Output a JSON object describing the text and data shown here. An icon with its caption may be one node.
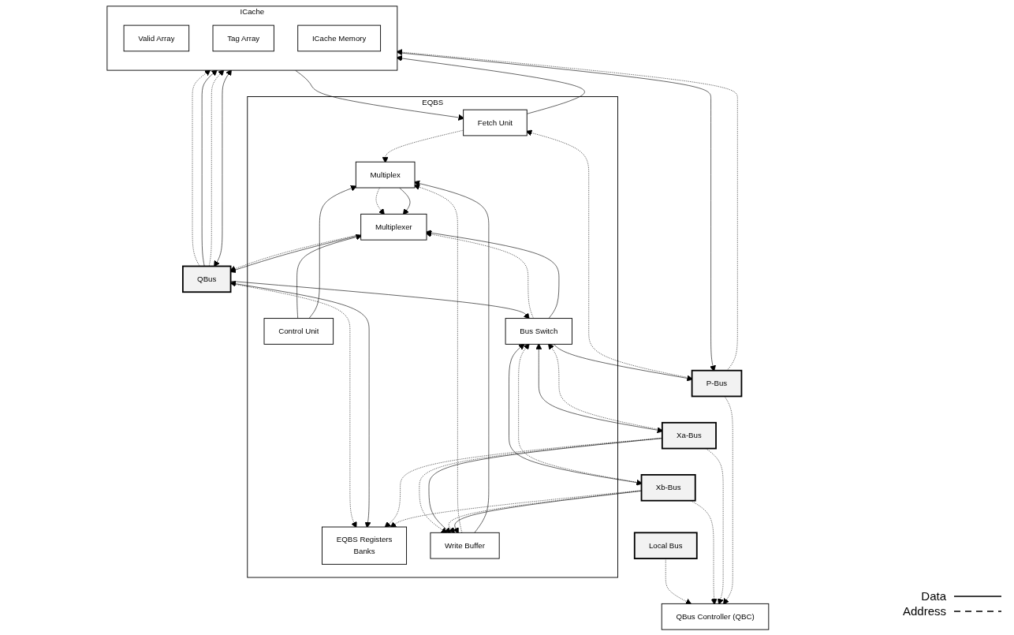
{
  "diagram": {
    "nodes": [
      {
        "text": [
          "QBus"
        ]
      },
      {
        "text": [
          "EQBS"
        ]
      },
      {
        "text": [
          "EQBS Registers",
          "Banks"
        ],
        "in": 1
      },
      {
        "text": [
          "Multiplexer"
        ],
        "in": 1
      },
      {
        "text": [
          "Control Unit"
        ],
        "in": 1
      },
      {
        "text": [
          "Multiplex"
        ],
        "in": 1
      },
      {
        "text": [
          "Bus Switch"
        ],
        "in": 1
      },
      {
        "text": [
          "Write Buffer"
        ],
        "in": 1
      },
      {
        "text": [
          "Fetch Unit"
        ],
        "in": 1
      },
      {
        "text": [
          "QBus Controller (QBC)"
        ]
      },
      {
        "text": [
          "ICache"
        ]
      },
      {
        "text": [
          "Valid Array"
        ],
        "in": 10
      },
      {
        "text": [
          "Tag Array"
        ],
        "in": 10
      },
      {
        "text": [
          "ICache Memory"
        ],
        "in": 10
      },
      {
        "text": [
          "P-Bus"
        ]
      },
      {
        "text": [
          "Xa-Bus"
        ]
      },
      {
        "text": [
          "Xb-Bus"
        ]
      },
      {
        "text": [
          "Local Bus"
        ]
      }
    ],
    "edges": [
      {
        "from": 0,
        "to": 2,
        "arrow": "to",
        "style": "dashed"
      },
      {
        "from": 0,
        "to": 2,
        "arrow": "both"
      },
      {
        "from": 0,
        "to": 6,
        "arrow": "to"
      },
      {
        "from": 3,
        "to": 0,
        "arrow": "to",
        "style": "dashed"
      },
      {
        "from": 3,
        "to": 0,
        "arrow": "to"
      },
      {
        "from": 0,
        "to": 10,
        "arrow": "to",
        "style": "dashed"
      },
      {
        "from": 0,
        "to": 10,
        "arrow": "to"
      },
      {
        "from": 0,
        "to": 10,
        "arrow": "to",
        "style": "dashed"
      },
      {
        "from": 0,
        "to": 10,
        "arrow": "both"
      },
      {
        "from": 4,
        "to": 3,
        "arrow": "to"
      },
      {
        "from": 4,
        "to": 5,
        "arrow": "to"
      },
      {
        "from": 6,
        "to": 3,
        "arrow": "to",
        "style": "dashed"
      },
      {
        "from": 6,
        "to": 3,
        "arrow": "to"
      },
      {
        "from": 5,
        "to": 3,
        "arrow": "to",
        "style": "dashed"
      },
      {
        "from": 5,
        "to": 3,
        "arrow": "to"
      },
      {
        "from": 7,
        "to": 5,
        "arrow": "to",
        "style": "dashed"
      },
      {
        "from": 7,
        "to": 5,
        "arrow": "to"
      },
      {
        "from": 8,
        "to": 5,
        "arrow": "to",
        "style": "dashed"
      },
      {
        "from": 8,
        "to": 10,
        "arrow": "to"
      },
      {
        "from": 10,
        "to": 8,
        "arrow": "to"
      },
      {
        "from": 15,
        "to": 2,
        "arrow": "to",
        "style": "dashed"
      },
      {
        "from": 16,
        "to": 2,
        "arrow": "to",
        "style": "dashed"
      },
      {
        "from": 17,
        "to": 9,
        "arrow": "to",
        "style": "dashed"
      },
      {
        "from": 16,
        "to": 9,
        "arrow": "to",
        "style": "dashed"
      },
      {
        "from": 15,
        "to": 9,
        "arrow": "to",
        "style": "dashed"
      },
      {
        "from": 14,
        "to": 9,
        "arrow": "to",
        "style": "dashed"
      },
      {
        "from": 6,
        "to": 14,
        "arrow": "to"
      },
      {
        "from": 15,
        "to": 6,
        "arrow": "to",
        "style": "dashed"
      },
      {
        "from": 6,
        "to": 15,
        "arrow": "both"
      },
      {
        "from": 16,
        "to": 6,
        "arrow": "to",
        "style": "dashed"
      },
      {
        "from": 6,
        "to": 16,
        "arrow": "both"
      },
      {
        "from": 15,
        "to": 7,
        "arrow": "to",
        "style": "dashed"
      },
      {
        "from": 15,
        "to": 7,
        "arrow": "to"
      },
      {
        "from": 16,
        "to": 7,
        "arrow": "to",
        "style": "dashed"
      },
      {
        "from": 16,
        "to": 7,
        "arrow": "to"
      },
      {
        "from": 14,
        "to": 8,
        "arrow": "to",
        "style": "dashed"
      },
      {
        "from": 14,
        "to": 10,
        "arrow": "to",
        "style": "dashed"
      },
      {
        "from": 10,
        "to": 14,
        "arrow": "to"
      }
    ],
    "legend": [
      {
        "text": "Data"
      },
      {
        "text": "Address"
      }
    ]
  }
}
